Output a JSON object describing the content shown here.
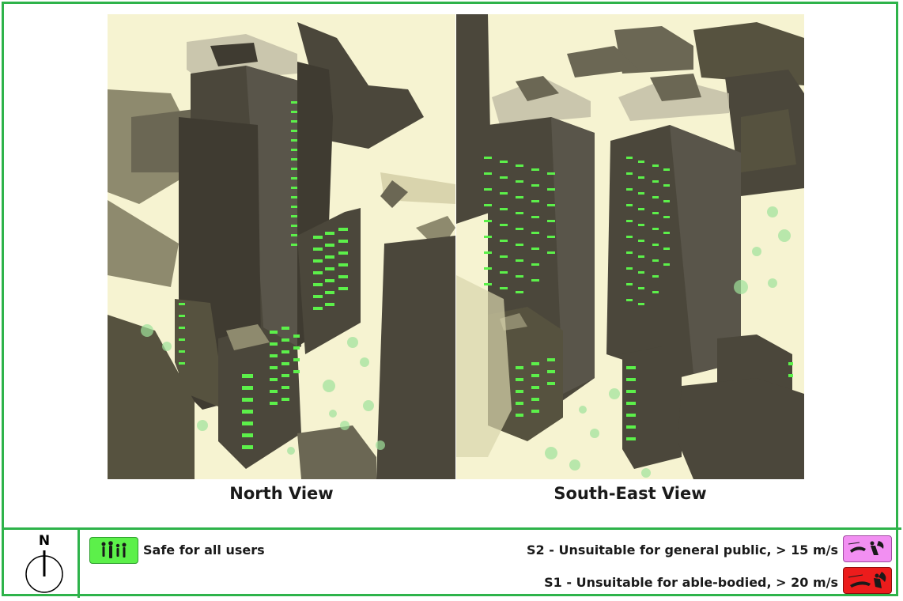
{
  "views": {
    "north_label": "North View",
    "southeast_label": "South-East View"
  },
  "compass": {
    "north_label": "N"
  },
  "legend": {
    "safe": {
      "label": "Safe for all users",
      "color": "#5cf04a",
      "icon": "pedestrians-icon"
    },
    "s2": {
      "label": "S2 - Unsuitable for general public, > 15 m/s",
      "color": "#f28ff2",
      "icon": "windblown-pedestrians-icon"
    },
    "s1": {
      "label": "S1 - Unsuitable for able-bodied, > 20 m/s",
      "color": "#ec1c1c",
      "icon": "windblown-pedestrian-falling-icon"
    }
  },
  "colors": {
    "border": "#2eb34a",
    "ground": "#f6f3d1",
    "building": "#4b473b",
    "building_light": "#8e8a6e",
    "safe_marker": "#5cf04a"
  }
}
